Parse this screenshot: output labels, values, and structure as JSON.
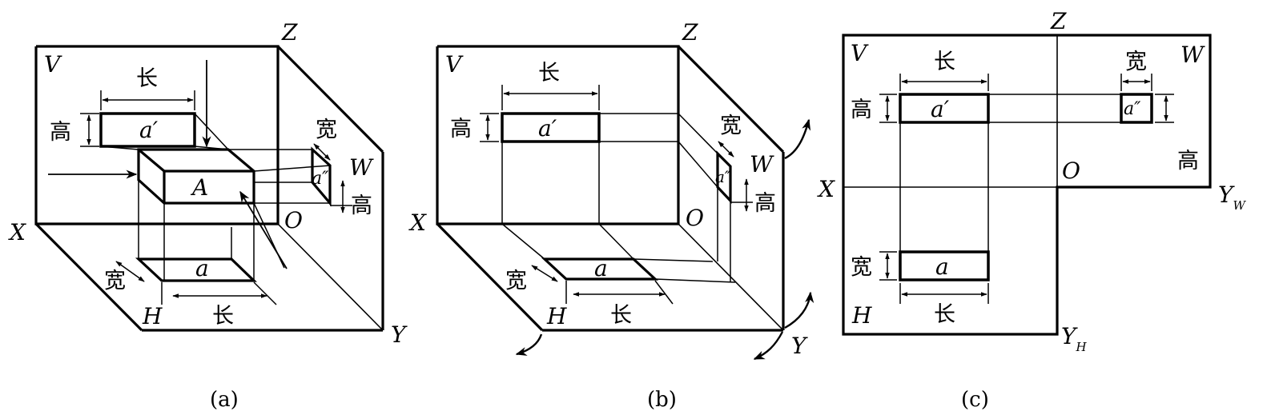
{
  "panels": [
    {
      "caption": "(a)",
      "planes": {
        "v": "V",
        "w": "W",
        "h": "H"
      },
      "axes": {
        "x": "X",
        "y": "Y",
        "z": "Z",
        "origin": "O"
      },
      "object_label": "A",
      "projection_labels": {
        "front": "a′",
        "top": "a",
        "side": "a″"
      },
      "dimension_labels": {
        "length": "长",
        "width": "宽",
        "height": "高"
      }
    },
    {
      "caption": "(b)",
      "planes": {
        "v": "V",
        "w": "W",
        "h": "H"
      },
      "axes": {
        "x": "X",
        "y": "Y",
        "z": "Z",
        "origin": "O"
      },
      "projection_labels": {
        "front": "a′",
        "top": "a",
        "side": "a″"
      },
      "dimension_labels": {
        "length": "长",
        "width": "宽",
        "height": "高"
      }
    },
    {
      "caption": "(c)",
      "planes": {
        "v": "V",
        "w": "W",
        "h": "H"
      },
      "axes": {
        "x": "X",
        "z": "Z",
        "origin": "O",
        "y": "Y",
        "yw_sub": "W",
        "yh_sub": "H"
      },
      "projection_labels": {
        "front": "a′",
        "top": "a",
        "side": "a″"
      },
      "dimension_labels": {
        "length": "长",
        "width": "宽",
        "height": "高"
      }
    }
  ]
}
